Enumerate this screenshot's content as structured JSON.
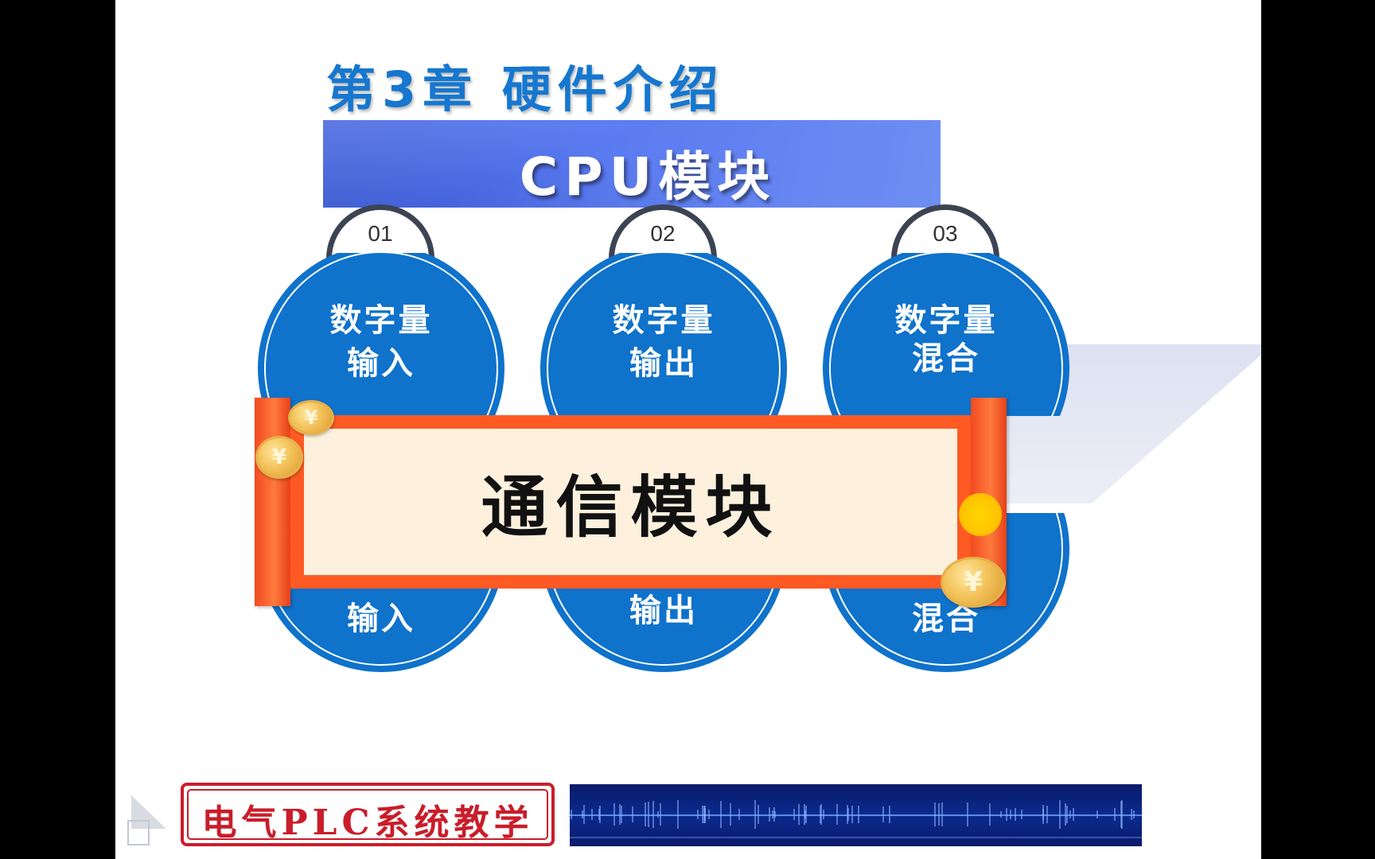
{
  "chapter_title": "第3章 硬件介绍",
  "cpu_banner": "CPU模块",
  "items": [
    {
      "number": "01",
      "line1": "数字量",
      "line2": "输入"
    },
    {
      "number": "02",
      "line1": "数字量",
      "line2": "输出"
    },
    {
      "number": "03",
      "line1": "数字量",
      "line2": "混合"
    }
  ],
  "bottom_items": [
    {
      "label": "输入"
    },
    {
      "label": "输出"
    },
    {
      "label": "混合"
    }
  ],
  "scroll_title": "通信模块",
  "coin_symbol": "¥",
  "footer_stamp": "电气PLC系统教学",
  "colors": {
    "title_blue": "#1677cf",
    "bubble_blue": "#0f72cb",
    "banner_blue": "#4f6fee",
    "scroll_orange": "#ff5a24",
    "stamp_red": "#c91d2a"
  }
}
